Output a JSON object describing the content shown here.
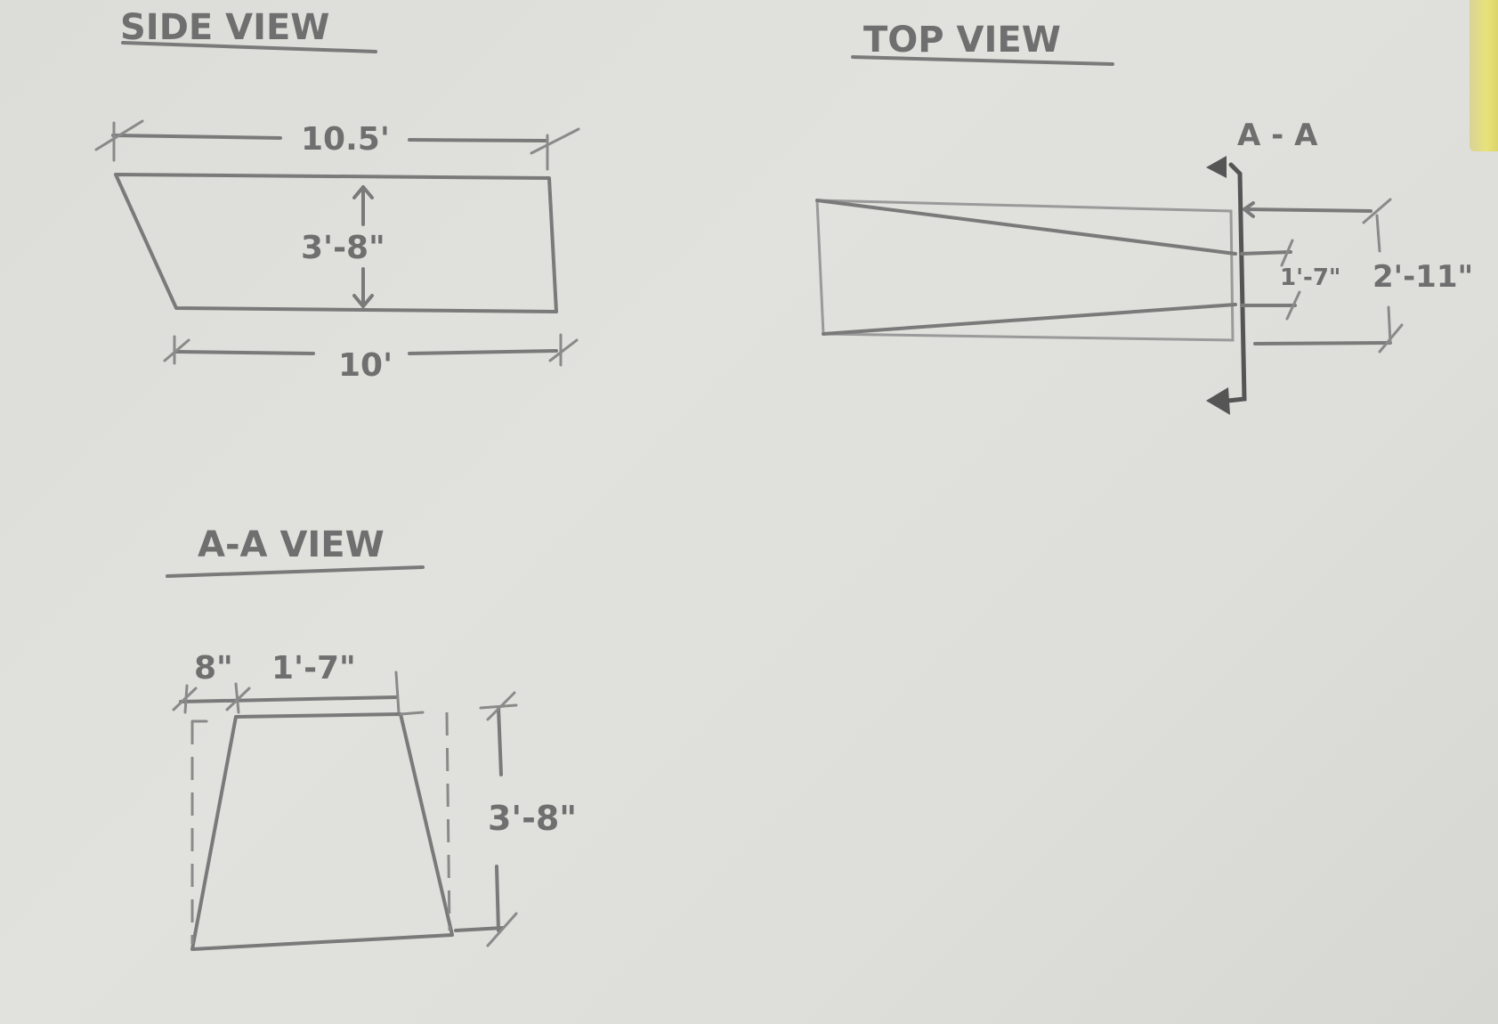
{
  "drawing": {
    "medium": "pencil sketch on paper",
    "views": {
      "side": {
        "title": "SIDE VIEW",
        "top_length": "10.5'",
        "height": "3'-8\"",
        "bottom_length": "10'"
      },
      "top": {
        "title": "TOP VIEW",
        "section_label": "A - A",
        "inner_width": "1'-7\"",
        "outer_width": "2'-11\""
      },
      "section_aa": {
        "title": "A-A VIEW",
        "offset_width": "8\"",
        "top_width": "1'-7\"",
        "height": "3'-8\""
      }
    }
  }
}
